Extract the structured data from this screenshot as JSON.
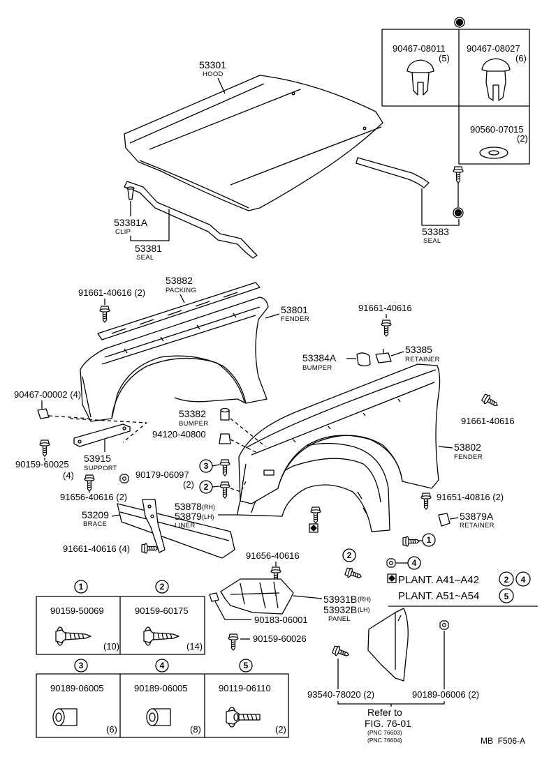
{
  "inset": {
    "clip_a": {
      "part": "90467-08011",
      "qty": "(5)"
    },
    "clip_b": {
      "part": "90467-08027",
      "qty": "(6)"
    },
    "washer": {
      "part": "90560-07015",
      "qty": "(2)"
    }
  },
  "hood": {
    "hood": {
      "part": "53301",
      "name": "HOOD"
    },
    "clip": {
      "part": "53381A",
      "name": "CLIP"
    },
    "front_seal": {
      "part": "53381",
      "name": "SEAL"
    },
    "side_seal": {
      "part": "53383",
      "name": "SEAL"
    }
  },
  "left_fender": {
    "packing_bolt": {
      "label": "91661-40616 (2)"
    },
    "packing": {
      "part": "53882",
      "name": "PACKING"
    },
    "fender": {
      "part": "53801",
      "name": "FENDER"
    },
    "clip": {
      "label": "90467-00002 (4)"
    },
    "support": {
      "part": "53915",
      "name": "SUPPORT"
    },
    "support_bolt": {
      "part": "90159-60025",
      "qty": "(4)"
    },
    "nut": {
      "part": "90179-06097",
      "qty": "(2)"
    },
    "lower_bolt": {
      "label": "91656-40616 (2)"
    },
    "brace": {
      "part": "53209",
      "name": "BRACE"
    },
    "brace_bolt": {
      "label": "91661-40616 (4)"
    }
  },
  "right_fender": {
    "top_bolt": {
      "label": "91661-40616"
    },
    "bumper": {
      "part": "53384A",
      "name": "BUMPER"
    },
    "retainer": {
      "part": "53385",
      "name": "RETAINER"
    },
    "side_bolt": {
      "label": "91661-40616"
    },
    "hood_bumper": {
      "part": "53382",
      "name": "BUMPER"
    },
    "nut": {
      "label": "94120-40800"
    },
    "fender": {
      "part": "53802",
      "name": "FENDER"
    },
    "liner": {
      "part_rh": "53878",
      "side_rh": "(RH)",
      "part_lh": "53879",
      "side_lh": "(LH)",
      "name": "LINER"
    },
    "liner_bolt": {
      "label": "91651-40816 (2)"
    },
    "liner_retainer": {
      "part": "53879A",
      "name": "RETAINER"
    },
    "panel_bolt": {
      "label": "91656-40616"
    },
    "panel": {
      "part_rh": "53931B",
      "side_rh": "(RH)",
      "part_lh": "53932B",
      "side_lh": "(LH)",
      "name": "PANEL"
    },
    "panel_clip": {
      "label": "90183-06001"
    },
    "panel_screw": {
      "label": "90159-60026"
    }
  },
  "markers": {
    "m1": "1",
    "m2": "2",
    "m3": "3",
    "m4": "4",
    "m5": "5"
  },
  "plant_notes": [
    {
      "text": "PLANT. A41–A42",
      "markers": [
        "2",
        "4"
      ]
    },
    {
      "text": "PLANT. A51~A54",
      "markers": [
        "5"
      ]
    }
  ],
  "fastener_boxes": [
    {
      "marker": "1",
      "part": "90159-50069",
      "qty": "(10)"
    },
    {
      "marker": "2",
      "part": "90159-60175",
      "qty": "(14)"
    },
    {
      "marker": "3",
      "part": "90189-06005",
      "qty": "(6)"
    },
    {
      "marker": "4",
      "part": "90189-06005",
      "qty": "(8)"
    },
    {
      "marker": "5",
      "part": "90119-06110",
      "qty": "(2)"
    }
  ],
  "mud_guard": {
    "screw": {
      "label": "93540-78020 (2)"
    },
    "bolt": {
      "label": "90189-06006 (2)"
    },
    "reference": {
      "line1": "Refer to",
      "line2": "FIG. 76-01",
      "line3": "(PNC 76603)",
      "line4": "(PNC 76604)"
    }
  },
  "figure_code": "MB  F506-A",
  "colors": {
    "ink": "#000000",
    "paper": "#ffffff"
  }
}
